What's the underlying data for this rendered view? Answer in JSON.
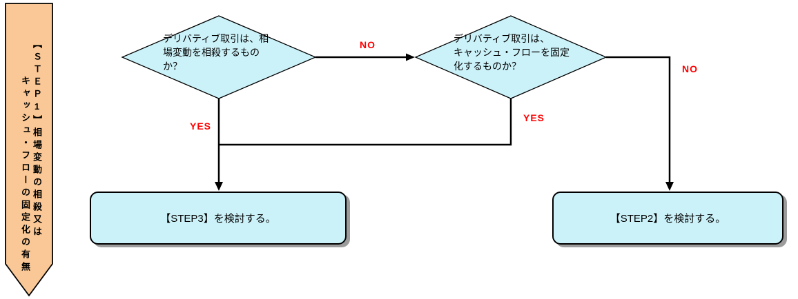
{
  "colors": {
    "shape_fill": "#CCF2F9",
    "banner_fill": "#FAC896",
    "connector": "#000000",
    "edge_label": "#FF0000",
    "box_shadow": "#9C9C9C"
  },
  "banner": {
    "full_text": "【ＳＴＥＰ1】相場変動の相殺又はキャッシュ・フローの固定化の有無",
    "columns": [
      "【ＳＴＥＰ1】相場変動の相殺又は",
      "キャッシュ・フローの固定化の有無"
    ]
  },
  "decisions": [
    {
      "full_text": "デリバティブ取引は、相場変動を相殺するものか？",
      "lines": [
        "デリバティブ取引は、相",
        "場変動を相殺するもの",
        "か？"
      ]
    },
    {
      "full_text": "デリバティブ取引は、キャッシュ・フローを固定化するものか？",
      "lines": [
        "デリバティブ取引は、",
        "キャッシュ・フローを固定",
        "化するものか？"
      ]
    }
  ],
  "labels": {
    "no1": "NO",
    "yes1": "YES",
    "yes2": "YES",
    "no2": "NO"
  },
  "results": [
    {
      "label": "【STEP3】を検討する。"
    },
    {
      "label": "【STEP2】を検討する。"
    }
  ]
}
